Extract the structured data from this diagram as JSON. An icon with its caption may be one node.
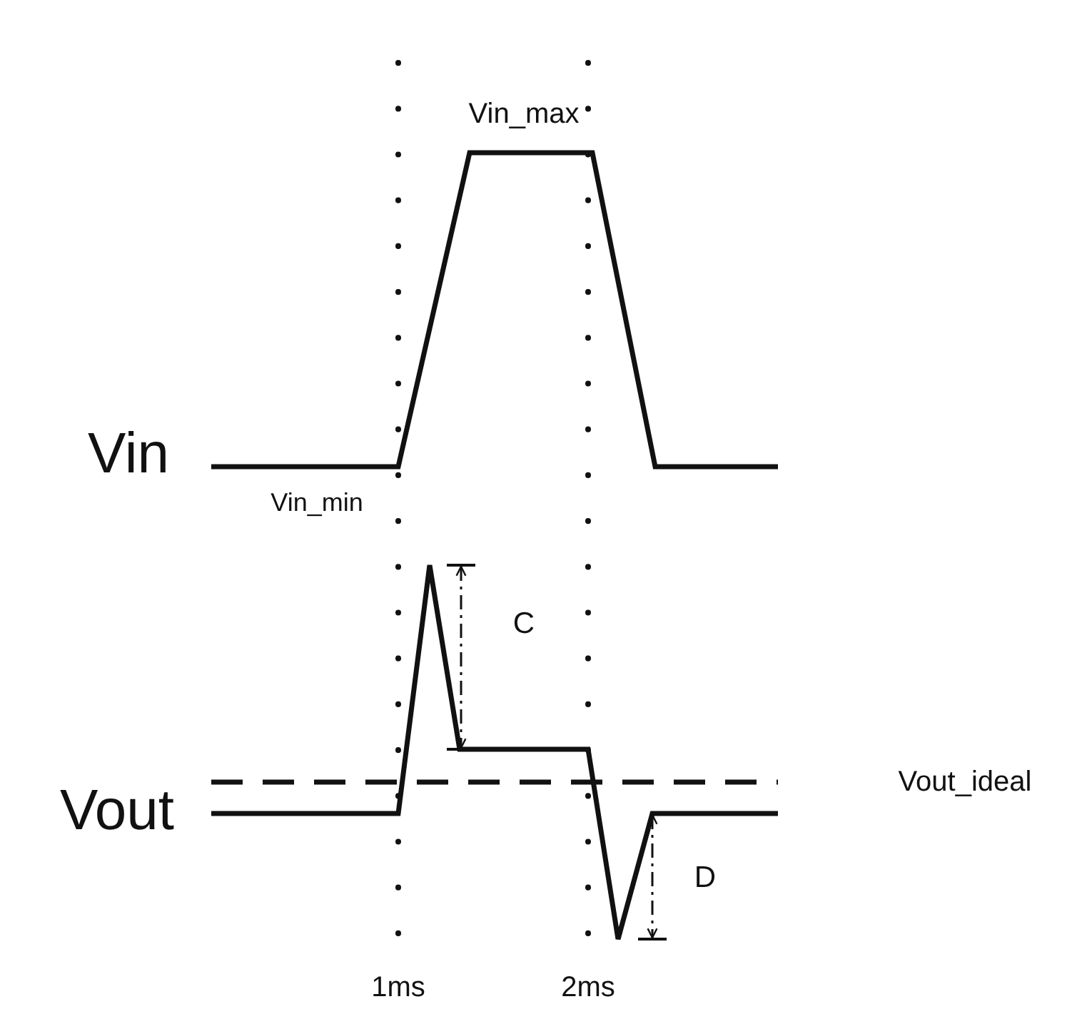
{
  "diagram": {
    "labels": [
      "Vin_max",
      "Vin",
      "Vin_min",
      "C",
      "Vout_ideal",
      "Vout",
      "D",
      "1ms",
      "2ms"
    ]
  }
}
